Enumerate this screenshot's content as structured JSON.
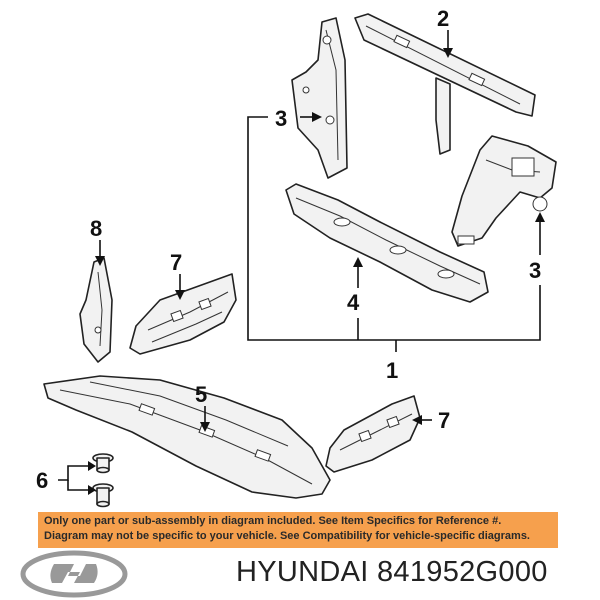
{
  "callouts": {
    "c1": "1",
    "c2": "2",
    "c3a": "3",
    "c3b": "3",
    "c4": "4",
    "c5": "5",
    "c6": "6",
    "c7a": "7",
    "c7b": "7",
    "c8": "8"
  },
  "notice": {
    "line1": "Only one part or sub-assembly in diagram included. See Item Specifics for Reference #.",
    "line2": "Diagram may not be specific to your vehicle. See Compatibility for vehicle-specific diagrams."
  },
  "footer": {
    "brand": "HYUNDAI",
    "part_number": "841952G000",
    "logo_icon": "hyundai-logo-icon"
  },
  "colors": {
    "notice_bg": "#f6a04d",
    "logo": "#999999"
  }
}
